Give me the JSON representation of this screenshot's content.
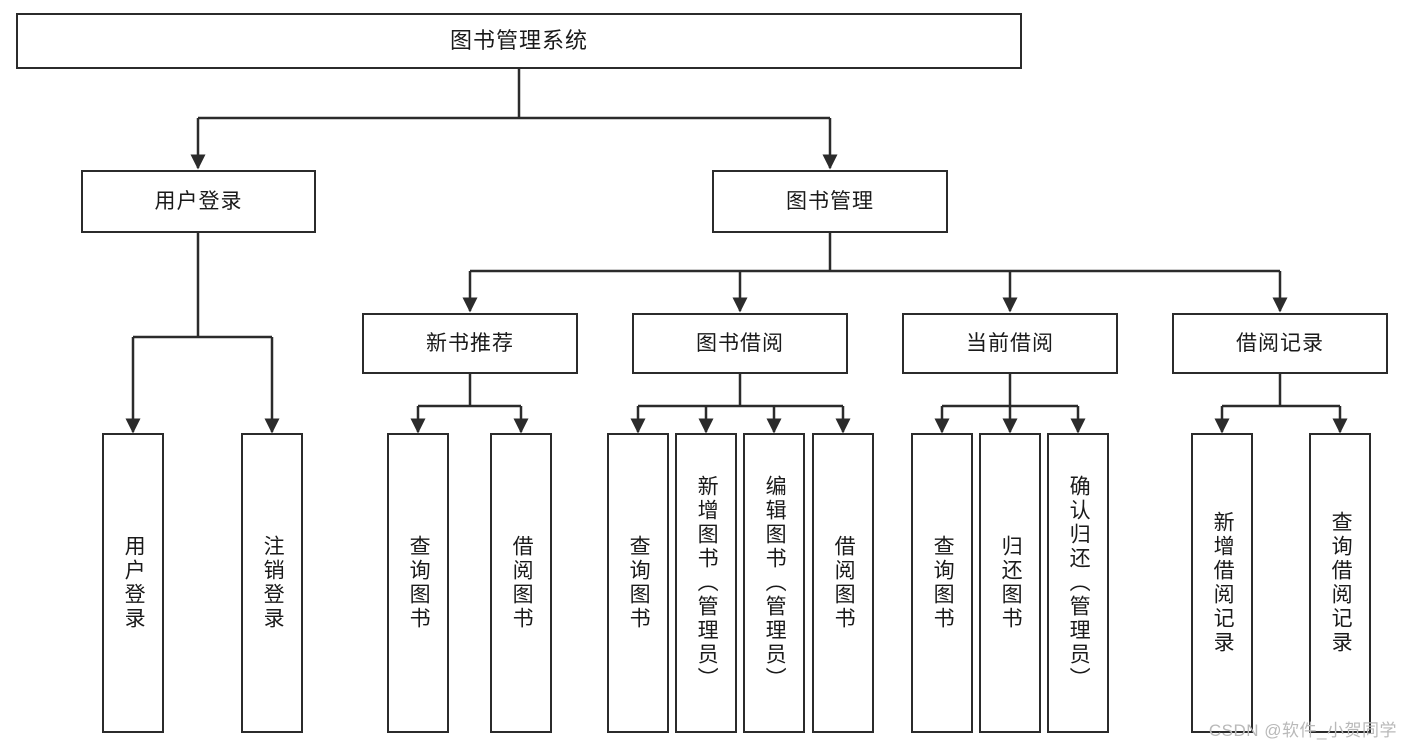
{
  "diagram": {
    "title": "图书管理系统",
    "type": "tree",
    "watermark": "CSDN @软件_小贺同学",
    "nodes": {
      "root": {
        "label": "图书管理系统"
      },
      "level2": [
        {
          "label": "用户登录"
        },
        {
          "label": "图书管理"
        }
      ],
      "level3": [
        {
          "label": "新书推荐"
        },
        {
          "label": "图书借阅"
        },
        {
          "label": "当前借阅"
        },
        {
          "label": "借阅记录"
        }
      ],
      "leaves": {
        "user_login": [
          {
            "label": "用户登录"
          },
          {
            "label": "注销登录"
          }
        ],
        "new_book": [
          {
            "label": "查询图书"
          },
          {
            "label": "借阅图书"
          }
        ],
        "borrow_book": [
          {
            "label": "查询图书"
          },
          {
            "label": "新增图书（管理员）"
          },
          {
            "label": "编辑图书（管理员）"
          },
          {
            "label": "借阅图书"
          }
        ],
        "current_borrow": [
          {
            "label": "查询图书"
          },
          {
            "label": "归还图书"
          },
          {
            "label": "确认归还（管理员）"
          }
        ],
        "borrow_record": [
          {
            "label": "新增借阅记录"
          },
          {
            "label": "查询借阅记录"
          }
        ]
      }
    },
    "colors": {
      "stroke": "#2b2b2b",
      "background": "#ffffff",
      "text": "#1a1a1a",
      "watermark": "#b9b9b9"
    }
  }
}
